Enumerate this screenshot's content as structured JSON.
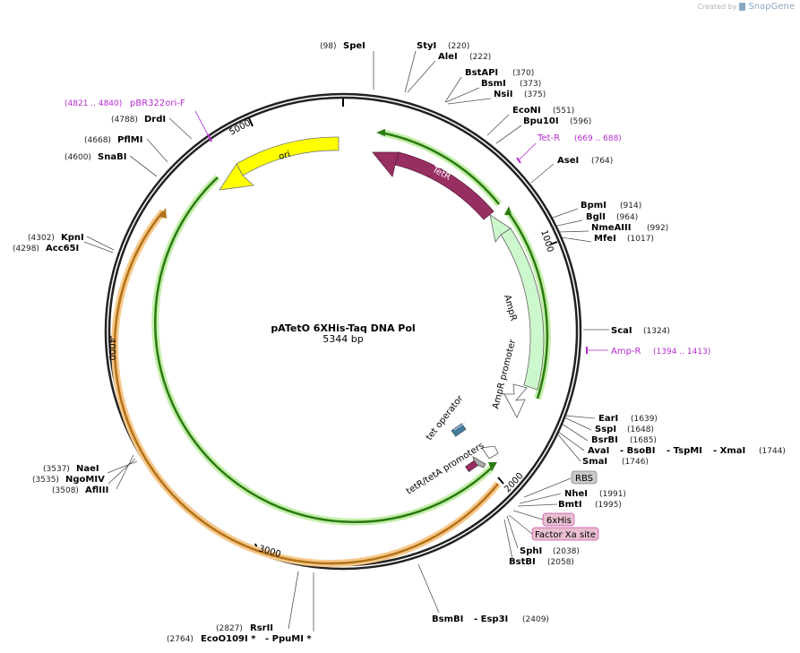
{
  "credit": {
    "prefix": "Created by",
    "brand": "SnapGene"
  },
  "plasmid": {
    "name": "pATetO 6XHis-Taq DNA Pol",
    "size": "5344 bp"
  },
  "ticks": [
    "1000",
    "2000",
    "3000",
    "4000",
    "5000"
  ],
  "features": {
    "ori": "ori",
    "tetr": "TetR",
    "ampr": "AmpR",
    "ampr_promoter": "AmpR promoter",
    "tet_operator": "tet operator",
    "tetr_promoters": "tetR/tetA promoters"
  },
  "sites": [
    {
      "name": "SpeI",
      "pos": "(98)"
    },
    {
      "name": "StyI",
      "pos": "(220)"
    },
    {
      "name": "AleI",
      "pos": "(222)"
    },
    {
      "name": "BstAPI",
      "pos": "(370)"
    },
    {
      "name": "BsmI",
      "pos": "(373)"
    },
    {
      "name": "NsiI",
      "pos": "(375)"
    },
    {
      "name": "EcoNI",
      "pos": "(551)"
    },
    {
      "name": "Bpu10I",
      "pos": "(596)"
    },
    {
      "name": "AseI",
      "pos": "(764)"
    },
    {
      "name": "BpmI",
      "pos": "(914)"
    },
    {
      "name": "BglI",
      "pos": "(964)"
    },
    {
      "name": "NmeAIII",
      "pos": "(992)"
    },
    {
      "name": "MfeI",
      "pos": "(1017)"
    },
    {
      "name": "ScaI",
      "pos": "(1324)"
    },
    {
      "name": "EarI",
      "pos": "(1639)"
    },
    {
      "name": "SspI",
      "pos": "(1648)"
    },
    {
      "name": "BsrBI",
      "pos": "(1685)"
    },
    {
      "name": "AvaI",
      "pos": ""
    },
    {
      "name": "- BsoBI",
      "pos": ""
    },
    {
      "name": "- TspMI",
      "pos": ""
    },
    {
      "name": "- XmaI",
      "pos": "(1744)"
    },
    {
      "name": "SmaI",
      "pos": "(1746)"
    },
    {
      "name": "NheI",
      "pos": "(1991)"
    },
    {
      "name": "BmtI",
      "pos": "(1995)"
    },
    {
      "name": "SphI",
      "pos": "(2038)"
    },
    {
      "name": "BstBI",
      "pos": "(2058)"
    },
    {
      "name": "BsmBI",
      "pos": ""
    },
    {
      "name": "- Esp3I",
      "pos": "(2409)"
    },
    {
      "name": "RsrII",
      "pos": "(2827)"
    },
    {
      "name": "EcoO109I *",
      "pos": "(2764)"
    },
    {
      "name": "- PpuMI *",
      "pos": ""
    },
    {
      "name": "NaeI",
      "pos": "(3537)"
    },
    {
      "name": "NgoMIV",
      "pos": "(3535)"
    },
    {
      "name": "AflIII",
      "pos": "(3508)"
    },
    {
      "name": "KpnI",
      "pos": "(4302)"
    },
    {
      "name": "Acc65I",
      "pos": "(4298)"
    },
    {
      "name": "SnaBI",
      "pos": "(4600)"
    },
    {
      "name": "PflMI",
      "pos": "(4668)"
    },
    {
      "name": "DrdI",
      "pos": "(4788)"
    }
  ],
  "primers": [
    {
      "name": "pBR322ori-F",
      "pos": "(4821 .. 4840)"
    },
    {
      "name": "Tet-R",
      "pos": "(669 .. 688)"
    },
    {
      "name": "Amp-R",
      "pos": "(1394 .. 1413)"
    }
  ],
  "boxes": [
    {
      "label": "RBS",
      "color": "#c8c8c8"
    },
    {
      "label": "6xHis",
      "color": "#e8bfd0"
    },
    {
      "label": "Factor Xa site",
      "color": "#e8bfd0"
    }
  ]
}
